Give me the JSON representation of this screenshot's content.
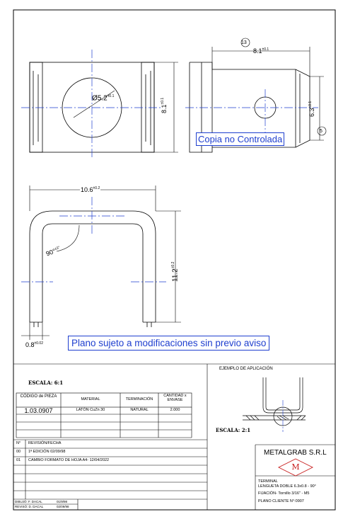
{
  "dimensions": {
    "top_length": "8.1",
    "top_length_tol": "±0.1",
    "top_balloon": "13",
    "hole_diameter": "Ø5.2",
    "hole_tol": "±0.1",
    "front_height": "8.1",
    "front_height_tol": "±0.1",
    "side_height": "6.3",
    "side_height_tol": "±0.1",
    "side_balloon": "5",
    "width": "10.6",
    "width_tol": "±0.2",
    "angle": "90°",
    "angle_tol": "±3°",
    "leg_height": "11.2",
    "leg_height_tol": "±0.2",
    "thickness": "0.8",
    "thickness_tol": "±0.02"
  },
  "notes": {
    "uncontrolled": "Copia no Controlada",
    "subject_change": "Plano sujeto a modificaciones sin previo aviso"
  },
  "title_block": {
    "scale_label": "ESCALA: 6:1",
    "table_headers": [
      "CÓDIGO de PIEZA",
      "MATERIAL",
      "TERMINACIÓN",
      "CANTIDAD x ENVASE"
    ],
    "code": "1.03.0907",
    "material": "LATÓN CuZn 30",
    "finish": "NATURAL",
    "quantity": "2.000",
    "revision_header_no": "N°",
    "revision_header": "REVISIÓN/FECHA",
    "revisions": [
      {
        "no": "00",
        "text": "1ª EDICIÓN 02/09/98"
      },
      {
        "no": "01",
        "text": "CAMBIO FORMATO DE HOJA A4- 12/04/2022"
      }
    ],
    "drawn": "DIBUJÓ: F. DACAL",
    "drawn_date": "01/9/98",
    "checked": "REVISÓ: D. DACAL",
    "checked_date": "02/09/98",
    "application_label": "EJEMPLO DE APLICACIÓN",
    "application_scale": "ESCALA: 2:1",
    "company": "METALGRAB S.R.L",
    "logo_letter": "M",
    "desc_1": "TERMINAL",
    "desc_2": "LENGUETA DOBLE 6.3x0.8 - 90°",
    "desc_3": "FIJACIÓN- Tornillo 3/16\" - M5",
    "desc_4": "PLANO CLIENTE N°:0907"
  }
}
